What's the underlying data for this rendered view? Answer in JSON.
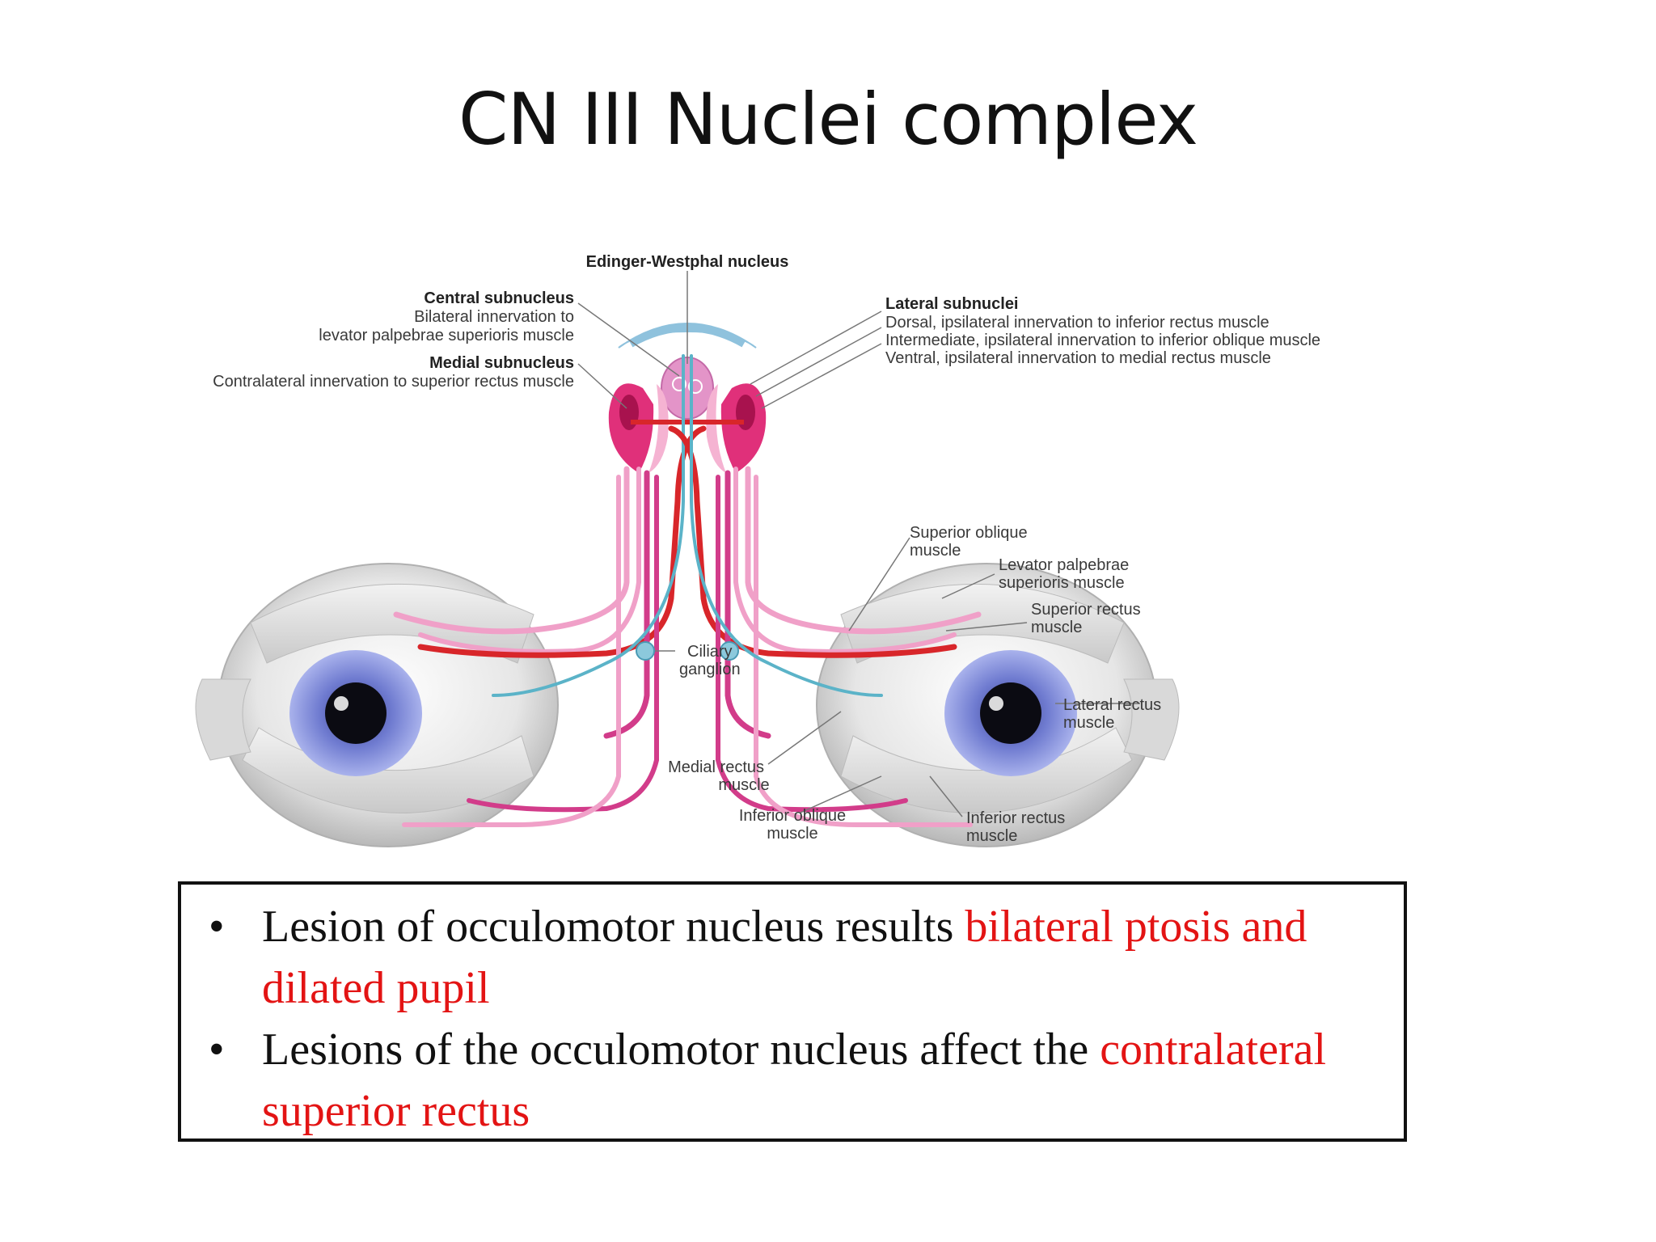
{
  "slide": {
    "title": "CN III Nuclei complex"
  },
  "figure": {
    "labels": {
      "edinger_westphal": "Edinger-Westphal nucleus",
      "central_title": "Central subnucleus",
      "central_line1": "Bilateral innervation to",
      "central_line2": "levator palpebrae superioris muscle",
      "medial_title": "Medial subnucleus",
      "medial_line1": "Contralateral innervation to superior rectus muscle",
      "lateral_title": "Lateral subnuclei",
      "lateral_line1": "Dorsal, ipsilateral innervation to inferior rectus muscle",
      "lateral_line2": "Intermediate, ipsilateral innervation to inferior oblique muscle",
      "lateral_line3": "Ventral, ipsilateral innervation to medial rectus muscle",
      "superior_oblique_1": "Superior oblique",
      "superior_oblique_2": "muscle",
      "levator_1": "Levator palpebrae",
      "levator_2": "superioris muscle",
      "superior_rectus_1": "Superior rectus",
      "superior_rectus_2": "muscle",
      "ciliary_1": "Ciliary",
      "ciliary_2": "ganglion",
      "lateral_rectus_1": "Lateral rectus",
      "lateral_rectus_2": "muscle",
      "medial_rectus_1": "Medial rectus",
      "medial_rectus_2": "muscle",
      "inferior_oblique_1": "Inferior oblique",
      "inferior_oblique_2": "muscle",
      "inferior_rectus_1": "Inferior rectus",
      "inferior_rectus_2": "muscle"
    },
    "colors": {
      "nucleus_pink": "#e0307a",
      "nerve_red": "#d8262a",
      "nerve_pink": "#f0a0c8",
      "nerve_magenta": "#d23c8a",
      "parasympathetic_blue": "#5bb3c8",
      "iris_blue": "#7a86d8"
    }
  },
  "notes": {
    "bullet_glyph": "•",
    "item1_black": "Lesion of occulomotor nucleus results ",
    "item1_red": "bilateral ptosis and dilated pupil",
    "item2_black": "Lesions of the occulomotor nucleus affect the ",
    "item2_red": "contralateral superior rectus"
  }
}
